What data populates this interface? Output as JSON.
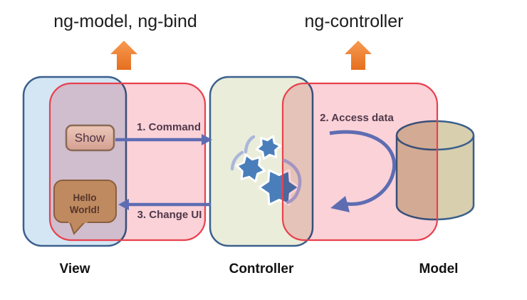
{
  "annotations": {
    "view_directives": "ng-model, ng-bind",
    "controller_directive": "ng-controller"
  },
  "blocks": {
    "view_label": "View",
    "controller_label": "Controller",
    "model_label": "Model"
  },
  "view_content": {
    "button_label": "Show",
    "bubble_line1": "Hello",
    "bubble_line2": "World!"
  },
  "flow_labels": {
    "command": "1. Command",
    "access_data": "2. Access data",
    "change_ui": "3. Change UI"
  },
  "icons": {
    "up_arrows": "block-arrow-up-icon",
    "gears": "gear-icon",
    "database": "database-cylinder-icon",
    "speech_bubble": "speech-bubble-icon"
  },
  "colors": {
    "orange_arrow": "#ed7d31",
    "pink_fill": "#fad2d8",
    "pink_border": "#e8414e",
    "view_fill": "#d4e6f4",
    "box_border": "#3a608c",
    "controller_fill": "#eaedda",
    "cylinder_fill": "#d8cfae",
    "flow_arrow": "#5e6db2",
    "gear_blue": "#4a7ebb",
    "flow_label_text": "#50384a"
  }
}
